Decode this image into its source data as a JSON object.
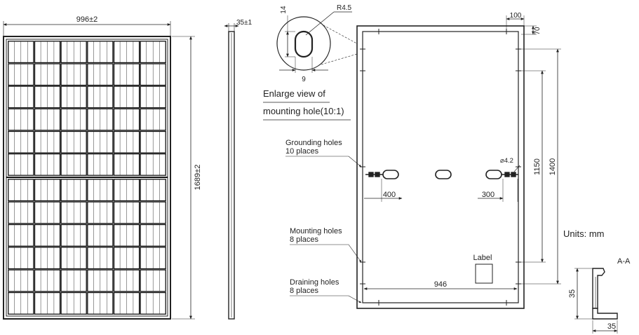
{
  "front_view": {
    "width_dim": "996±2",
    "height_dim": "1689±2",
    "columns": 6,
    "rows_per_half": 6
  },
  "side_view": {
    "thickness_dim": "35±1"
  },
  "enlarge_view": {
    "radius_label": "R4.5",
    "height_label": "14",
    "width_label": "9",
    "caption_line1": "Enlarge view of",
    "caption_line2": "mounting hole(10:1)"
  },
  "back_view": {
    "dim_top_100": "100",
    "dim_top_70": "70",
    "dim_1150": "1150",
    "dim_1400": "1400",
    "dim_hole_dia": "⌀4.2",
    "dim_400": "400",
    "dim_300": "300",
    "dim_946": "946",
    "label_box": "Label"
  },
  "callouts": {
    "grounding_line1": "Grounding holes",
    "grounding_line2": "10 places",
    "mounting_line1": "Mounting holes",
    "mounting_line2": "8 places",
    "draining_line1": "Draining holes",
    "draining_line2": "8 places"
  },
  "units": "Units: mm",
  "section": {
    "title": "A-A",
    "dim_height": "35",
    "dim_width": "35"
  }
}
